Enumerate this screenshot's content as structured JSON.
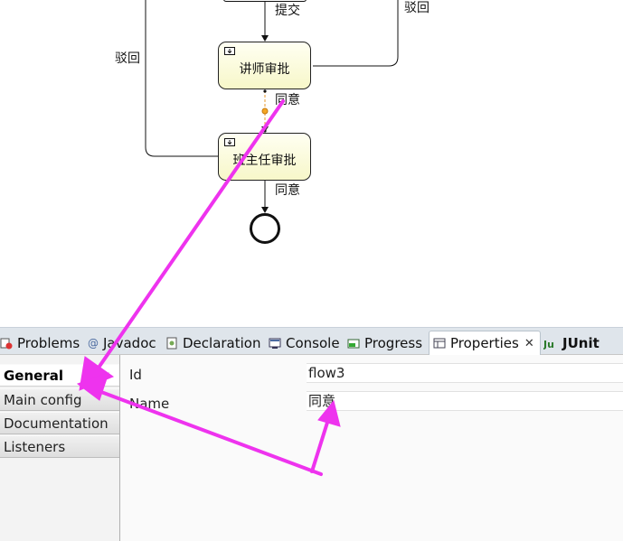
{
  "diagram": {
    "tasks": [
      {
        "label": "讲师审批"
      },
      {
        "label": "班主任审批"
      }
    ],
    "flow_labels": {
      "submit": "提交",
      "reject_left": "驳回",
      "reject_right": "驳回",
      "approve_1": "同意",
      "approve_2": "同意"
    }
  },
  "tabs": [
    {
      "label": "Problems",
      "icon": "problems-icon"
    },
    {
      "label": "Javadoc",
      "icon": "javadoc-icon"
    },
    {
      "label": "Declaration",
      "icon": "declaration-icon"
    },
    {
      "label": "Console",
      "icon": "console-icon"
    },
    {
      "label": "Progress",
      "icon": "progress-icon"
    },
    {
      "label": "Properties",
      "icon": "properties-icon",
      "active": true
    },
    {
      "label": "JUnit",
      "icon": "junit-icon"
    }
  ],
  "sidebar": {
    "items": [
      {
        "label": "General",
        "active": true
      },
      {
        "label": "Main config"
      },
      {
        "label": "Documentation"
      },
      {
        "label": "Listeners"
      }
    ]
  },
  "properties": {
    "id": {
      "label": "Id",
      "value": "flow3"
    },
    "name": {
      "label": "Name",
      "value": "同意"
    }
  },
  "colors": {
    "annotation": "#ee33ee",
    "task_fill": "#f7f7c9",
    "selection": "#e89a2c"
  }
}
